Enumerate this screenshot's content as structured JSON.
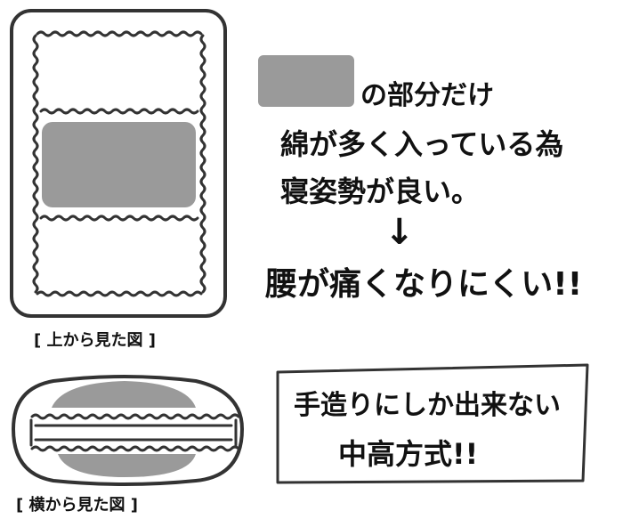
{
  "colors": {
    "ink": "#222222",
    "fill_gray": "#9a9a9a",
    "background": "#ffffff"
  },
  "top_view": {
    "caption": "[ 上から見た図 ]"
  },
  "side_view": {
    "caption": "[ 横から見た図 ]"
  },
  "explanation": {
    "line1": "の部分だけ",
    "line2": "綿が多く入っている為",
    "line3": "寝姿勢が良い。",
    "arrow": "↓",
    "conclusion": "腰が痛くなりにくい!!"
  },
  "callout": {
    "line1": "手造りにしか出来ない",
    "line2": "中高方式!!"
  }
}
